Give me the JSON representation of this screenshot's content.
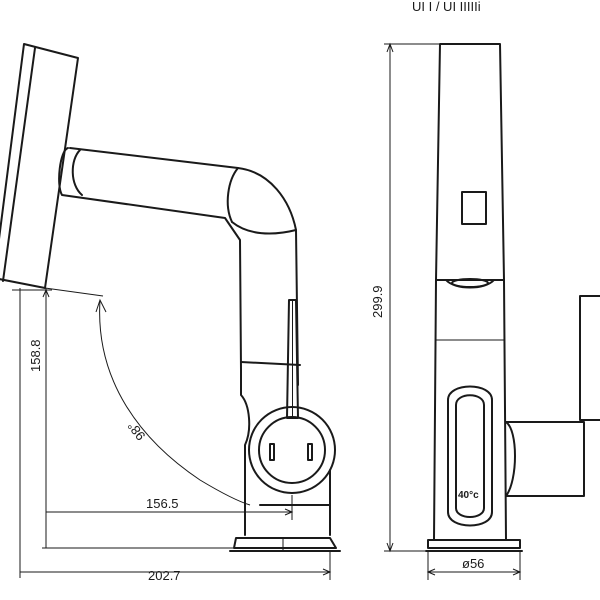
{
  "dimensions": {
    "base_reach": "202.7",
    "spout_reach": "156.5",
    "spout_height": "158.8",
    "rotation_angle": "98°",
    "total_height": "299.9",
    "base_diameter": "ø56",
    "top_cut_label": "UI I / UI IIIIIi"
  },
  "display": {
    "temperature": "40°c"
  }
}
